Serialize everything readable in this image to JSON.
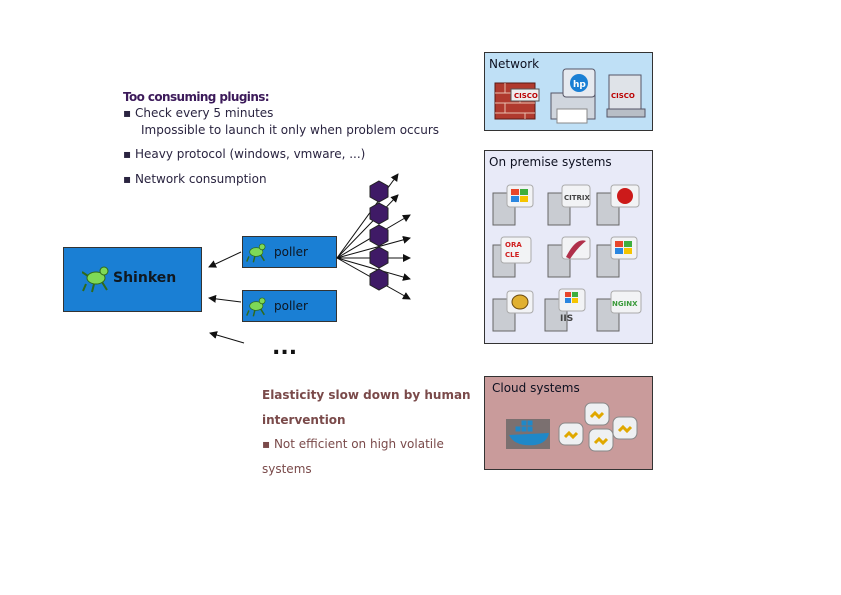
{
  "plugins": {
    "title": "Too consuming plugins:",
    "b1": "Check every 5 minutes",
    "b1_sub": "Impossible to launch it only when problem occurs",
    "b2": "Heavy protocol (windows, vmware, ...)",
    "b3": "Network consumption"
  },
  "shinken": {
    "label": "Shinken"
  },
  "pollers": [
    {
      "label": "poller"
    },
    {
      "label": "poller"
    }
  ],
  "ellipsis": "...",
  "elasticity": {
    "title_line1": "Elasticity slow down by human",
    "title_line2": "intervention",
    "b1": "Not efficient on high volatile",
    "b1_line2": "systems"
  },
  "panels": {
    "network": {
      "title": "Network",
      "bg": "#bfe0f6",
      "icons": [
        "firewall-cisco-icon",
        "hp-printer-icon",
        "cisco-router-icon"
      ]
    },
    "onpremise": {
      "title": "On premise systems",
      "bg": "#e8eaf8",
      "icons": [
        "windows-server-icon",
        "citrix-server-icon",
        "redhat-server-icon",
        "oracle-server-icon",
        "debian-server-icon",
        "windows-server-icon",
        "tomcat-server-icon",
        "iis-server-icon",
        "nginx-server-icon"
      ]
    },
    "cloud": {
      "title": "Cloud systems",
      "bg": "#c99b9b",
      "icons": [
        "docker-icon",
        "cloud-servers-icon"
      ]
    }
  },
  "colors": {
    "shinken": "#1a7fd4",
    "hexagon": "#3f1a66",
    "title_purple": "#3c1a5a",
    "text_brown": "#7a4a4a"
  }
}
